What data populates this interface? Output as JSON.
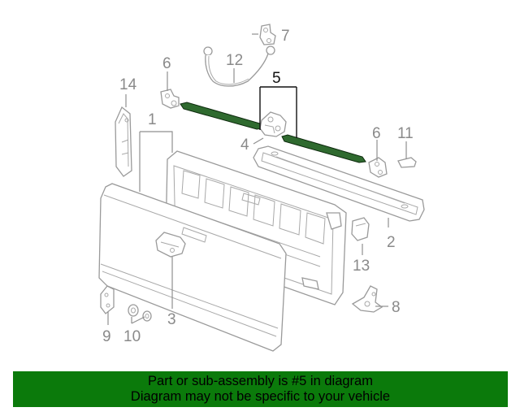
{
  "callouts": {
    "c1": "1",
    "c2": "2",
    "c3": "3",
    "c4": "4",
    "c5": "5",
    "c6a": "6",
    "c6b": "6",
    "c7": "7",
    "c8": "8",
    "c9": "9",
    "c10": "10",
    "c11": "11",
    "c12": "12",
    "c13": "13",
    "c14": "14"
  },
  "highlighted_part": "5",
  "colors": {
    "banner": "#0b7a0b",
    "rod": "#2f6a2f",
    "part_line": "#9a9a9a"
  },
  "banner": {
    "line1": "Part or sub-assembly is #5 in diagram",
    "line2": "Diagram may not be specific to your vehicle"
  }
}
